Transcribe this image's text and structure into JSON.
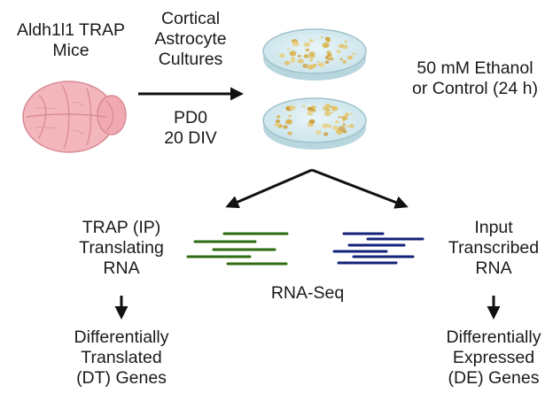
{
  "source": {
    "lines": [
      "Aldh1l1 TRAP",
      "Mice"
    ]
  },
  "culture": {
    "lines": [
      "Cortical",
      "Astrocyte",
      "Cultures"
    ]
  },
  "age": {
    "lines": [
      "PD0",
      "20 DIV"
    ]
  },
  "treatment": {
    "lines": [
      "50 mM Ethanol",
      "or Control (24 h)"
    ]
  },
  "trap_branch": {
    "lines": [
      "TRAP (IP)",
      "Translating",
      "RNA"
    ],
    "result": [
      "Differentially",
      "Translated",
      "(DT) Genes"
    ],
    "color": "#2e6b12"
  },
  "input_branch": {
    "lines": [
      "Input",
      "Transcribed",
      "RNA"
    ],
    "result": [
      "Differentially",
      "Expressed",
      "(DE) Genes"
    ],
    "color": "#13237a"
  },
  "method": "RNA-Seq",
  "colors": {
    "brain": "#f2b6bc",
    "dish": "#dbeef3",
    "colony": "#d9b14a",
    "arrow": "#111111"
  }
}
